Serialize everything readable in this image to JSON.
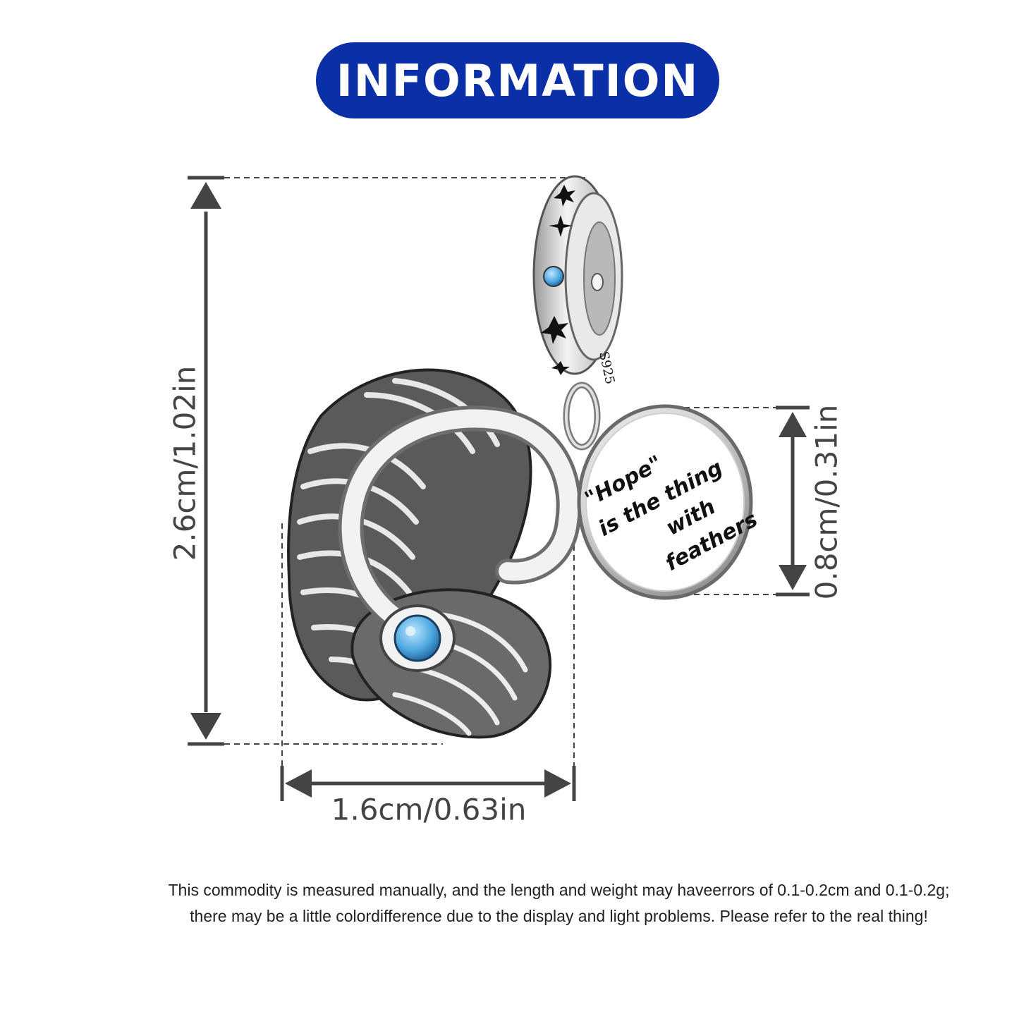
{
  "header": {
    "title": "INFORMATION",
    "color": "#0a2fa6"
  },
  "dimensions": {
    "height": "2.6cm/1.02in",
    "width": "1.6cm/0.63in",
    "disc_diameter": "0.8cm/0.31in",
    "line_color": "#444444"
  },
  "product": {
    "disc_lines": [
      "\"Hope\"",
      "is the thing",
      "with",
      "feathers"
    ],
    "bail_stamp": "S925",
    "stone_color": "#4fa8e0"
  },
  "note": {
    "line1": "This commodity is measured manually, and the length and weight may haveerrors of 0.1-0.2cm and 0.1-0.2g;",
    "line2": "there may be a little colordifference due to the display and light problems. Please refer to the real thing!"
  }
}
